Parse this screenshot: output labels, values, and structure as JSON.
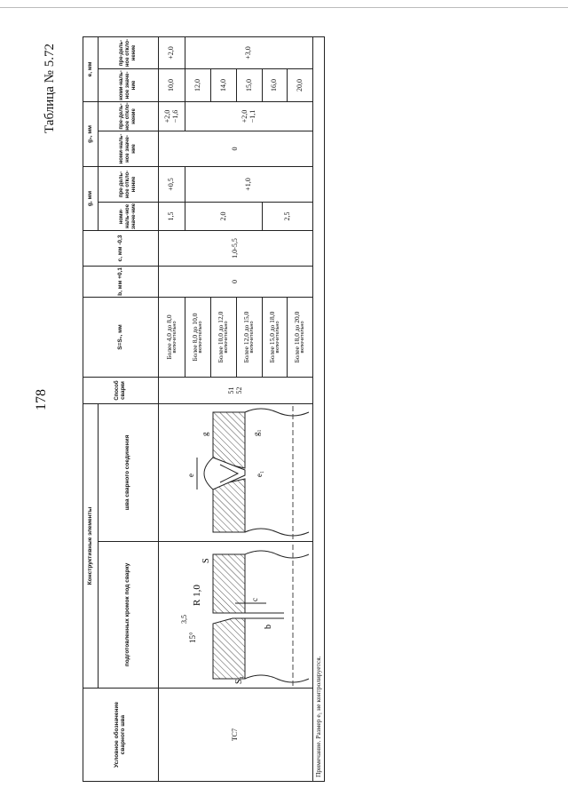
{
  "page": {
    "title": "Таблица № 5.72",
    "page_number": "178"
  },
  "table": {
    "headers": {
      "designation": "Условное обозначение сварного шва",
      "structural_elements": "Конструктивные элементы",
      "prepared_edges": "подготовленных кромок под сварку",
      "weld_joint": "шва сварного соединения",
      "welding_method": "Способ сварки",
      "thickness": "S=S₁, мм",
      "b": "b, мм +0,1",
      "c": "c, мм -0,3",
      "g": "g, мм",
      "g1": "g₁, мм",
      "e": "e, мм",
      "nominal": "номи-наль-ное значе-ние",
      "tolerance": "пре-дель-ное откло-нение"
    },
    "designation": "ТС7",
    "welding_methods": [
      "51",
      "52"
    ],
    "b_value": "0",
    "c_value": "1,0-5,5",
    "rows": [
      {
        "s": "Более 4,0 до 8,0",
        "s_note": "включительно",
        "e_nom": "10,0"
      },
      {
        "s": "Более 8,0 до 10,0",
        "s_note": "включительно",
        "e_nom": "12,0"
      },
      {
        "s": "Более 10,0 до 12,0",
        "s_note": "включительно",
        "e_nom": "14,0"
      },
      {
        "s": "Более 12,0 до 15,0",
        "s_note": "включительно",
        "e_nom": "15,0"
      },
      {
        "s": "Более 15,0 до 18,0",
        "s_note": "включительно",
        "e_nom": "16,0"
      },
      {
        "s": "Более 18,0 до 20,0",
        "s_note": "включительно",
        "e_nom": "20,0"
      }
    ],
    "g_nom": [
      "1,5",
      "2,0",
      "2,5"
    ],
    "g_tol": [
      "+0,5",
      "+1,0"
    ],
    "g1_nom": "0",
    "g1_tol": [
      [
        "+2,0",
        "−1,6"
      ],
      [
        "+2,0",
        "−1,1"
      ]
    ],
    "e_tol": [
      "+2,0",
      "+3,0"
    ],
    "drawing_labels": {
      "angle": "15°",
      "dim": "3,5",
      "radius": "R 1,0",
      "s": "S",
      "s1": "S₁",
      "b": "b",
      "c": "c",
      "e": "e",
      "e1": "e₁",
      "g": "g",
      "g1": "g₁"
    },
    "note": "Примечание. Размер e₁ не контролируется."
  }
}
